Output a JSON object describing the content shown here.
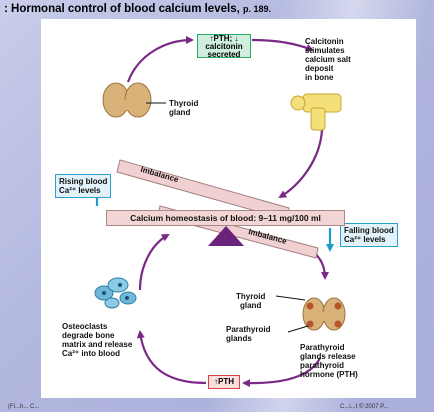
{
  "title": {
    "main": ": Hormonal control of blood calcium levels,",
    "page": "p. 189."
  },
  "pth_top": {
    "line1": "↑PTH; ↓",
    "line2": "calcitonin",
    "line3": "secreted"
  },
  "labels": {
    "calcitonin": "Calcitonin\nstimulates\ncalcium salt\ndeposit\nin bone",
    "thyroid_top": "Thyroid\ngland",
    "rising": "Rising blood\nCa²⁺ levels",
    "falling": "Falling blood\nCa²⁺ levels",
    "imbalance": "Imbalance",
    "homeostasis": "Calcium homeostasis of blood: 9–11 mg/100 ml",
    "thyroid_bottom": "Thyroid\ngland",
    "parathyroid": "Parathyroid\nglands",
    "pth_release": "Parathyroid\nglands release\nparathyroid\nhormone (PTH)",
    "osteoclasts": "Osteoclasts\ndegrade bone\nmatrix and release\nCa²⁺ into blood",
    "pth_bottom": "↑PTH"
  },
  "footer": {
    "left": "(Fl...h... C...",
    "right": "C...i...t © 2007 P..."
  }
}
